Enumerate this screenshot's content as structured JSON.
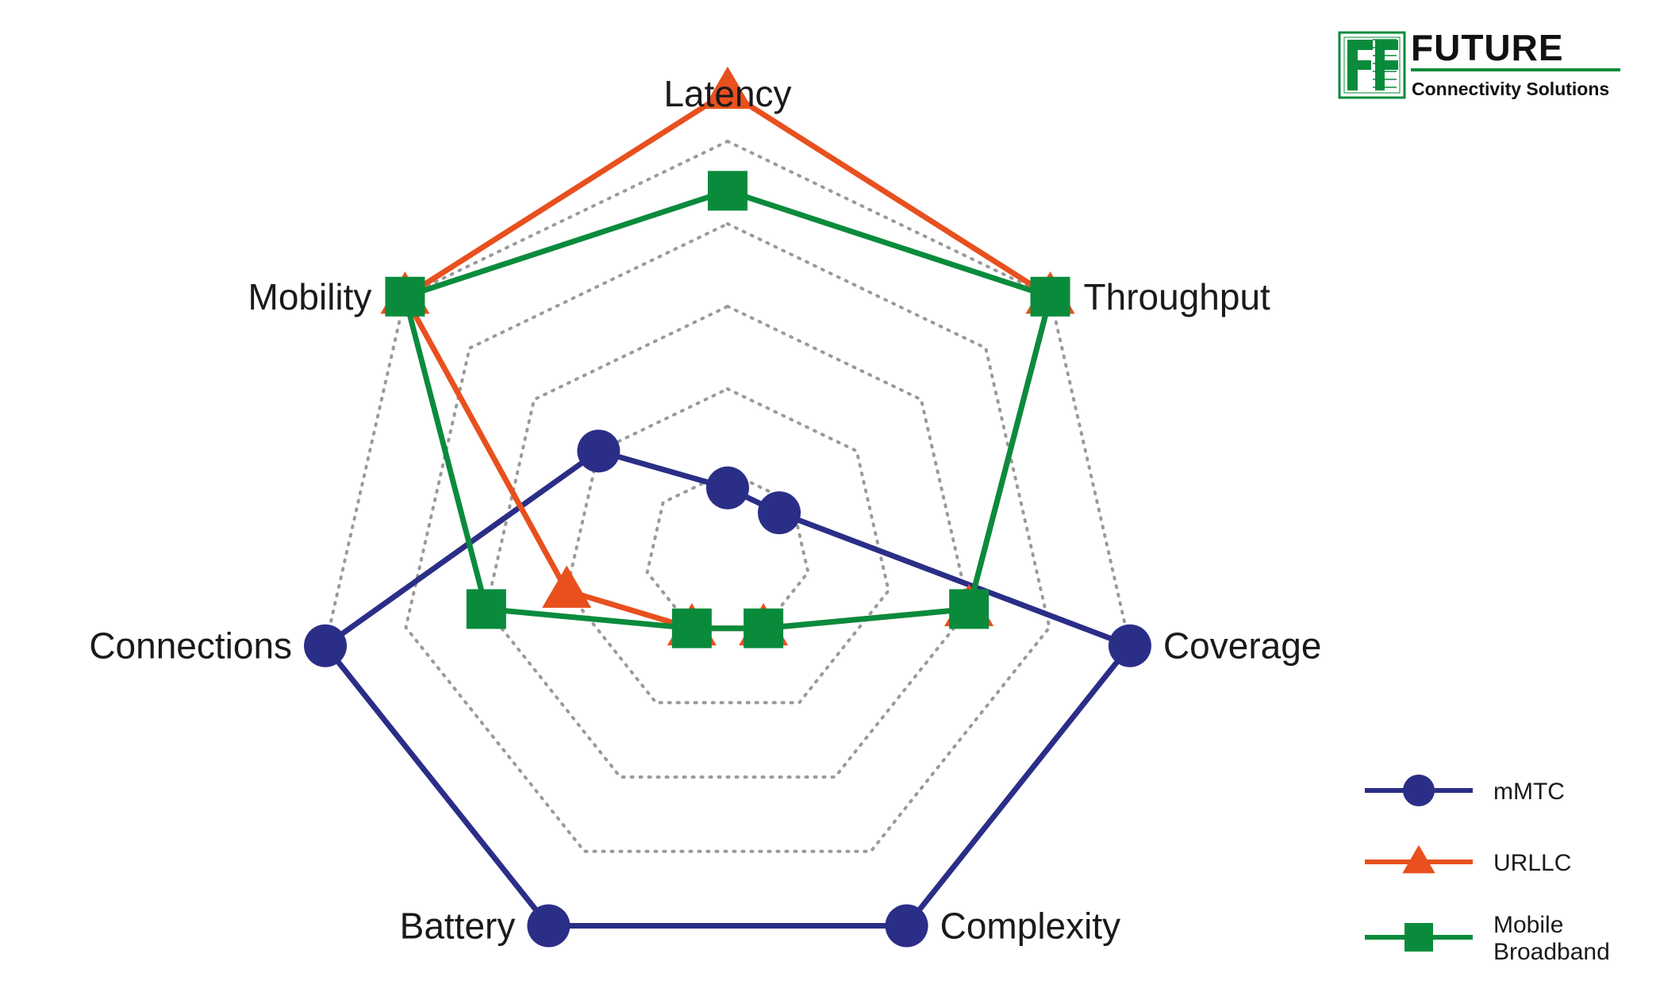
{
  "logo": {
    "name": "FUTURE",
    "tagline": "Connectivity Solutions",
    "color": "#0a8b3c"
  },
  "chart_data": {
    "type": "radar",
    "axes": [
      "Latency",
      "Throughput",
      "Coverage",
      "Complexity",
      "Battery",
      "Connections",
      "Mobility"
    ],
    "scale": [
      0,
      5
    ],
    "rings": [
      1,
      2,
      3,
      4,
      5
    ],
    "grid": "dotted",
    "legend_position": "bottom-right",
    "series": [
      {
        "name": "mMTC",
        "color": "#2b2e87",
        "marker": "circle",
        "values": [
          0.8,
          0.8,
          5,
          5,
          5,
          5,
          2
        ]
      },
      {
        "name": "URLLC",
        "color": "#e8501e",
        "marker": "triangle",
        "values": [
          5.6,
          5,
          3,
          1,
          1,
          2,
          5
        ]
      },
      {
        "name": "Mobile Broadband",
        "legend_lines": [
          "Mobile",
          "Broadband"
        ],
        "color": "#0a8b3c",
        "marker": "square",
        "values": [
          4.4,
          5,
          3,
          1,
          1,
          3,
          5
        ]
      }
    ]
  }
}
